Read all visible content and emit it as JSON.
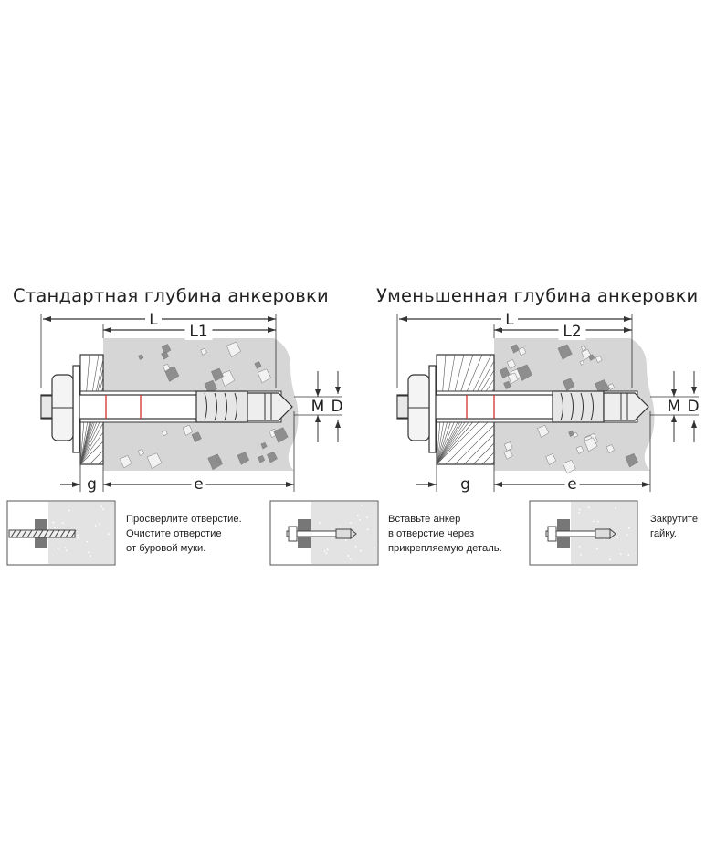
{
  "diagrams": [
    {
      "title": "Стандартная глубина анкеровки",
      "L": "L",
      "Lsub": "L1",
      "g": "g",
      "e": "e",
      "M": "M",
      "D": "D"
    },
    {
      "title": "Уменьшенная глубина анкеровки",
      "L": "L",
      "Lsub": "L2",
      "g": "g",
      "e": "e",
      "M": "M",
      "D": "D"
    }
  ],
  "steps": [
    {
      "lines": [
        "Просверлите отверстие.",
        "Очистите отверстие",
        "от буровой муки."
      ]
    },
    {
      "lines": [
        "Вставьте анкер",
        "в отверстие через",
        "прикрепляемую деталь."
      ]
    },
    {
      "lines": [
        "Закрутите",
        "гайку."
      ]
    }
  ],
  "colors": {
    "concrete": "#d6d6d6",
    "stone_dark": "#8e8e8e",
    "stone_light": "#f2f2f2",
    "line": "#333333",
    "mark": "#d0312d"
  }
}
